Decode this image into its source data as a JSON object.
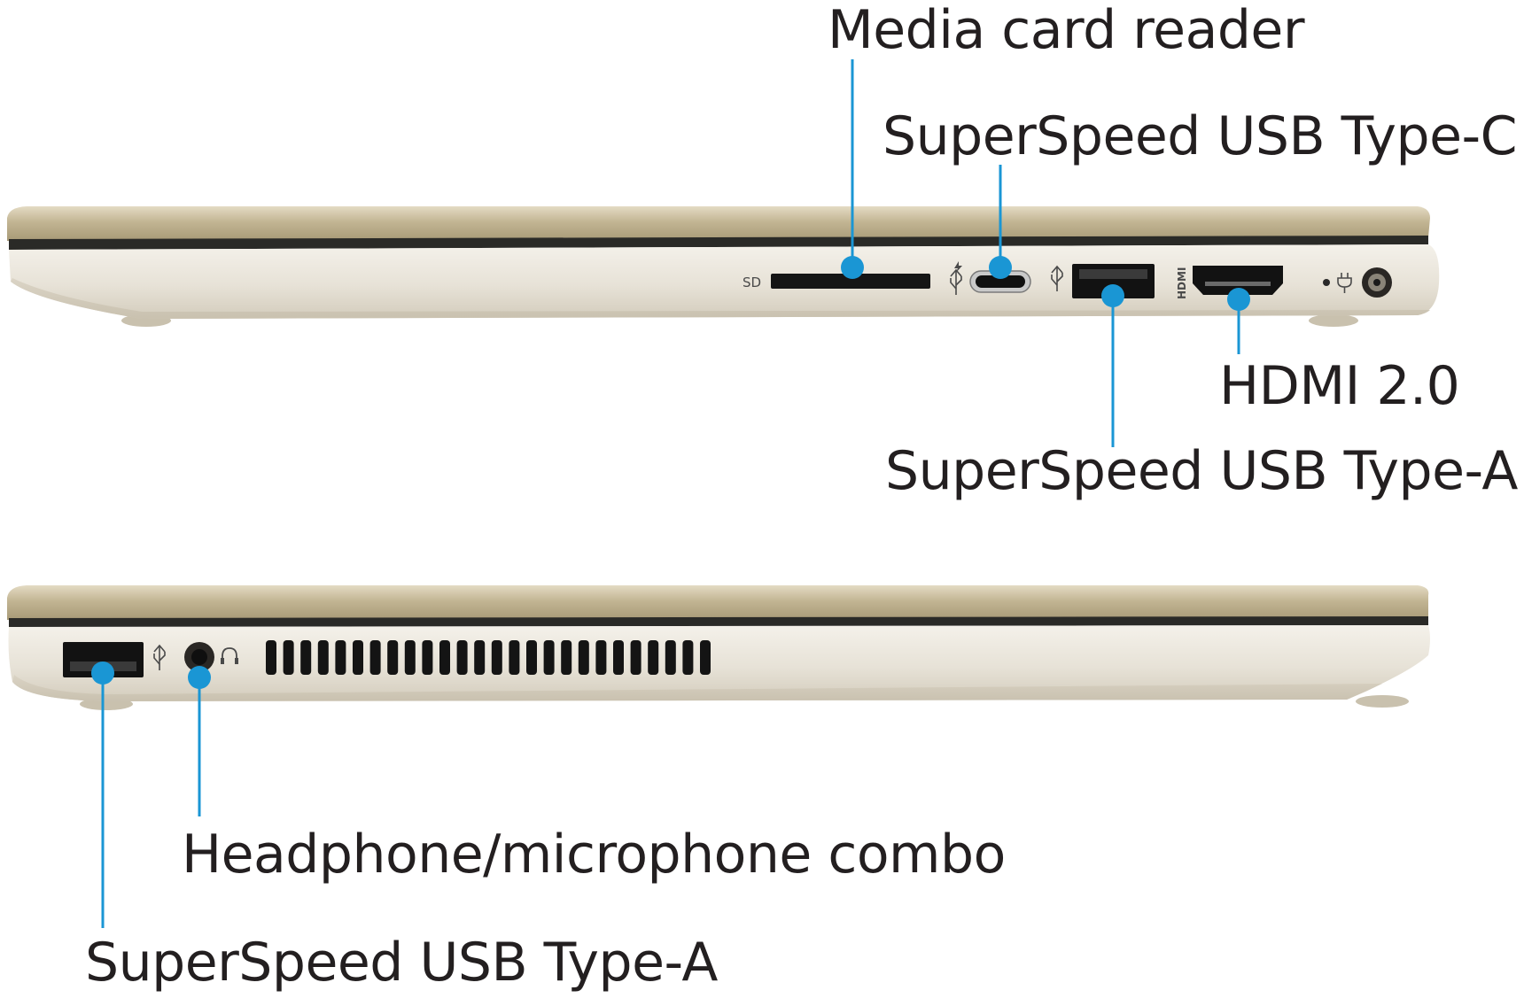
{
  "accent_color": "#1a96d4",
  "chassis_color": "#cfc6b0",
  "port_markings": {
    "sd": "SD",
    "hdmi": "HDMI"
  },
  "callouts": {
    "media_card_reader": "Media card reader",
    "usb_c": "SuperSpeed USB Type-C®",
    "hdmi": "HDMI 2.0",
    "usb_a_right": "SuperSpeed USB Type-A",
    "headphone_mic": "Headphone/microphone combo",
    "usb_a_left": "SuperSpeed USB Type-A"
  }
}
